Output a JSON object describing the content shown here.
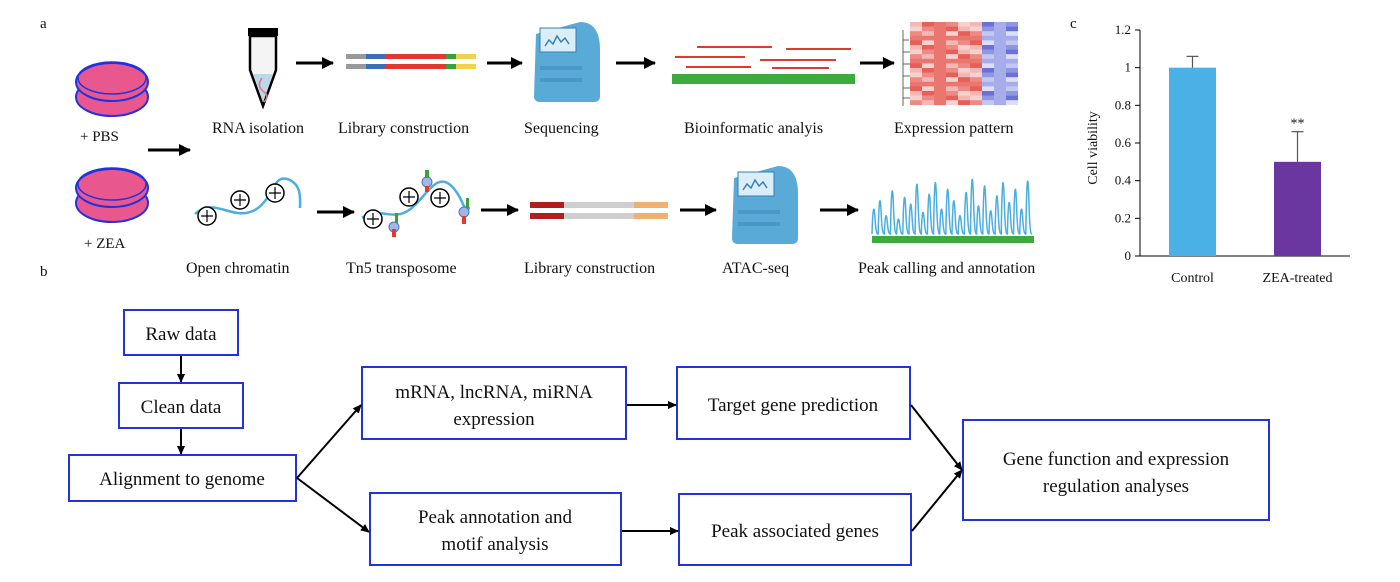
{
  "panels": {
    "a": "a",
    "b": "b",
    "c": "c"
  },
  "panel_a": {
    "treatments": [
      "+ PBS",
      "+ ZEA"
    ],
    "rna_steps": [
      "RNA isolation",
      "Library construction",
      "Sequencing",
      "Bioinformatic analyis",
      "Expression pattern"
    ],
    "atac_steps": [
      "Open chromatin",
      "Tn5 transposome",
      "Library construction",
      "ATAC-seq",
      "Peak calling and annotation"
    ],
    "colors": {
      "dish": "#e8588f",
      "dish_rim": "#2233dd",
      "sequencer": "#5aaad8",
      "read_red": "#e03a2e",
      "genome_green": "#3daa3d",
      "chromatin": "#4aaee0"
    }
  },
  "panel_b": {
    "boxes": {
      "raw": "Raw data",
      "clean": "Clean data",
      "align": "Alignment to genome",
      "expr1": "mRNA, lncRNA, miRNA",
      "expr2": "expression",
      "target": "Target gene prediction",
      "peak1": "Peak annotation and",
      "peak2": "motif analysis",
      "peakgenes": "Peak associated genes",
      "gene1": "Gene function and expression",
      "gene2": "regulation analyses"
    },
    "box_border_color": "#2233dd"
  },
  "chart_data": {
    "type": "bar",
    "categories": [
      "Control",
      "ZEA-treated"
    ],
    "values": [
      1.0,
      0.5
    ],
    "errors": [
      0.06,
      0.16
    ],
    "colors": [
      "#4ab0e6",
      "#6a36a0"
    ],
    "significance": [
      "",
      "**"
    ],
    "ylabel": "Cell viability",
    "ylim": [
      0,
      1.2
    ],
    "yticks": [
      0,
      0.2,
      0.4,
      0.6,
      0.8,
      1,
      1.2
    ],
    "ytick_labels": [
      "0",
      "0.2",
      "0.4",
      "0.6",
      "0.8",
      "1",
      "1.2"
    ],
    "grid": false
  }
}
